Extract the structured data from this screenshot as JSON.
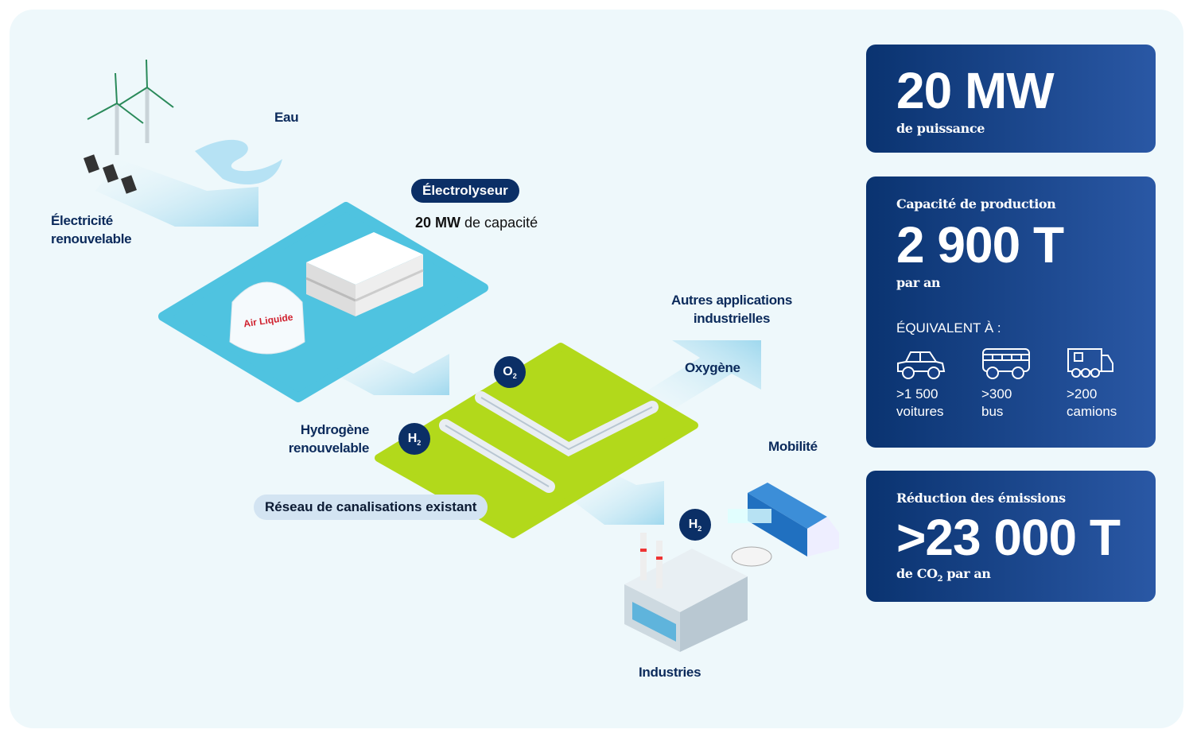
{
  "diagram": {
    "water_label": "Eau",
    "electricity_label": "Électricité renouvelable",
    "electrolyser_pill": "Électrolyseur",
    "electrolyser_capacity_bold": "20 MW",
    "electrolyser_capacity_rest": "de capacité",
    "tank_logo": "Air Liquide",
    "hydrogen_label": "Hydrogène renouvelable",
    "network_pill": "Réseau de canalisations existant",
    "o2_badge": "O",
    "o2_sub": "2",
    "h2_badge": "H",
    "h2_sub": "2",
    "other_apps_label": "Autres applications industrielles",
    "oxygen_label": "Oxygène",
    "mobility_label": "Mobilité",
    "industries_label": "Industries"
  },
  "cards": {
    "power": {
      "value": "20 MW",
      "caption": "de puissance"
    },
    "production": {
      "title": "Capacité de production",
      "value": "2 900 T",
      "caption": "par an",
      "equivalent_title": "ÉQUIVALENT À :",
      "items": [
        {
          "icon": "car-icon",
          "value": ">1 500",
          "unit": "voitures"
        },
        {
          "icon": "bus-icon",
          "value": ">300",
          "unit": "bus"
        },
        {
          "icon": "truck-icon",
          "value": ">200",
          "unit": "camions"
        }
      ]
    },
    "emissions": {
      "title": "Réduction des émissions",
      "value": ">23 000 T",
      "caption_pre": "de CO",
      "caption_sub": "2",
      "caption_post": " par an"
    }
  },
  "colors": {
    "navy": "#0b2f66",
    "platform_blue": "#4fc3e0",
    "platform_green": "#b2d91b",
    "background": "#eef8fb"
  }
}
